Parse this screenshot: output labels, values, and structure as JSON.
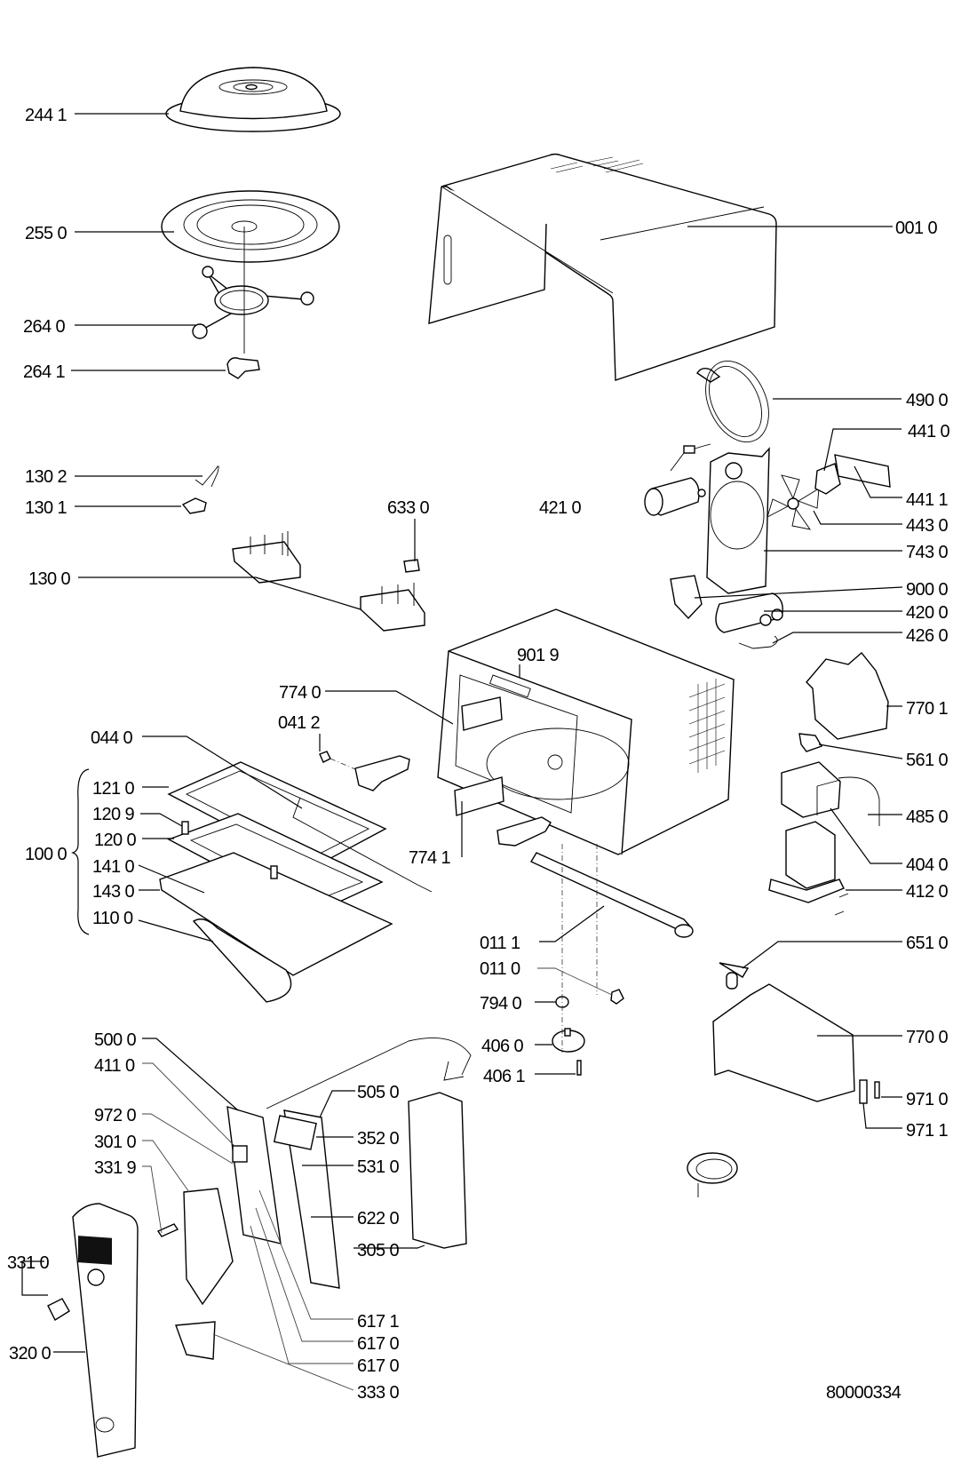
{
  "diagram": {
    "title": "Microwave oven exploded parts view",
    "reference_number": "80000334",
    "callouts": [
      {
        "id": "2441",
        "text": "244 1",
        "part": "cover dome"
      },
      {
        "id": "2550",
        "text": "255 0",
        "part": "glass turntable plate"
      },
      {
        "id": "2640",
        "text": "264 0",
        "part": "roller ring"
      },
      {
        "id": "2641",
        "text": "264 1",
        "part": "coupler"
      },
      {
        "id": "1302",
        "text": "130 2",
        "part": "spring"
      },
      {
        "id": "1301",
        "text": "130 1",
        "part": "lever"
      },
      {
        "id": "1300",
        "text": "130 0",
        "part": "switch holder"
      },
      {
        "id": "6330",
        "text": "633 0",
        "part": "microswitch"
      },
      {
        "id": "7740",
        "text": "774 0",
        "part": "hinge plate upper"
      },
      {
        "id": "0412",
        "text": "041 2",
        "part": "screw"
      },
      {
        "id": "0440",
        "text": "044 0",
        "part": "door wire"
      },
      {
        "id": "1210",
        "text": "121 0",
        "part": "door frame"
      },
      {
        "id": "1209",
        "text": "120 9",
        "part": "door hook"
      },
      {
        "id": "1200",
        "text": "120 0",
        "part": "door inner"
      },
      {
        "id": "1410",
        "text": "141 0",
        "part": "door glass"
      },
      {
        "id": "1430",
        "text": "143 0",
        "part": "door choke cover"
      },
      {
        "id": "1100",
        "text": "110 0",
        "part": "door outer"
      },
      {
        "id": "1000",
        "text": "100 0",
        "part": "door assembly"
      },
      {
        "id": "7741",
        "text": "774 1",
        "part": "hinge plate lower"
      },
      {
        "id": "9019",
        "text": "901 9",
        "part": "rating label"
      },
      {
        "id": "0010",
        "text": "001 0",
        "part": "outer cabinet"
      },
      {
        "id": "4900",
        "text": "490 0",
        "part": "power cord"
      },
      {
        "id": "4410",
        "text": "441 0",
        "part": "fan motor bracket"
      },
      {
        "id": "4411",
        "text": "441 1",
        "part": "bracket"
      },
      {
        "id": "4430",
        "text": "443 0",
        "part": "fan blade"
      },
      {
        "id": "4210",
        "text": "421 0",
        "part": "fan motor"
      },
      {
        "id": "7430",
        "text": "743 0",
        "part": "air duct"
      },
      {
        "id": "9000",
        "text": "900 0",
        "part": "capacitor bracket"
      },
      {
        "id": "4200",
        "text": "420 0",
        "part": "HV capacitor"
      },
      {
        "id": "4260",
        "text": "426 0",
        "part": "HV diode"
      },
      {
        "id": "7701",
        "text": "770 1",
        "part": "air guide"
      },
      {
        "id": "5610",
        "text": "561 0",
        "part": "thermal cutout"
      },
      {
        "id": "4850",
        "text": "485 0",
        "part": "ground wire"
      },
      {
        "id": "4040",
        "text": "404 0",
        "part": "magnetron"
      },
      {
        "id": "4120",
        "text": "412 0",
        "part": "HV transformer"
      },
      {
        "id": "0111",
        "text": "011 1",
        "part": "base rail"
      },
      {
        "id": "0110",
        "text": "011 0",
        "part": "foot"
      },
      {
        "id": "7940",
        "text": "794 0",
        "part": "spacer"
      },
      {
        "id": "4060",
        "text": "406 0",
        "part": "turntable motor"
      },
      {
        "id": "4061",
        "text": "406 1",
        "part": "screw"
      },
      {
        "id": "6510",
        "text": "651 0",
        "part": "lamp"
      },
      {
        "id": "7700",
        "text": "770 0",
        "part": "air guide lower"
      },
      {
        "id": "9710",
        "text": "971 0",
        "part": "fuse"
      },
      {
        "id": "9711",
        "text": "971 1",
        "part": "fuse holder"
      },
      {
        "id": "5000",
        "text": "500 0",
        "part": "main PCB"
      },
      {
        "id": "4110",
        "text": "411 0",
        "part": "relay"
      },
      {
        "id": "9720",
        "text": "972 0",
        "part": "fuse PCB"
      },
      {
        "id": "3010",
        "text": "301 0",
        "part": "button frame"
      },
      {
        "id": "3319",
        "text": "331 9",
        "part": "shaft"
      },
      {
        "id": "3310",
        "text": "331 0",
        "part": "knob"
      },
      {
        "id": "3200",
        "text": "320 0",
        "part": "control panel"
      },
      {
        "id": "5050",
        "text": "505 0",
        "part": "display PCB"
      },
      {
        "id": "3520",
        "text": "352 0",
        "part": "display"
      },
      {
        "id": "5310",
        "text": "531 0",
        "part": "connector"
      },
      {
        "id": "6220",
        "text": "622 0",
        "part": "keyboard membrane"
      },
      {
        "id": "3050",
        "text": "305 0",
        "part": "panel bracket"
      },
      {
        "id": "6171",
        "text": "617 1",
        "part": "relay"
      },
      {
        "id": "6170a",
        "text": "617 0",
        "part": "relay"
      },
      {
        "id": "6170b",
        "text": "617 0",
        "part": "relay"
      },
      {
        "id": "3330",
        "text": "333 0",
        "part": "push button"
      }
    ]
  }
}
